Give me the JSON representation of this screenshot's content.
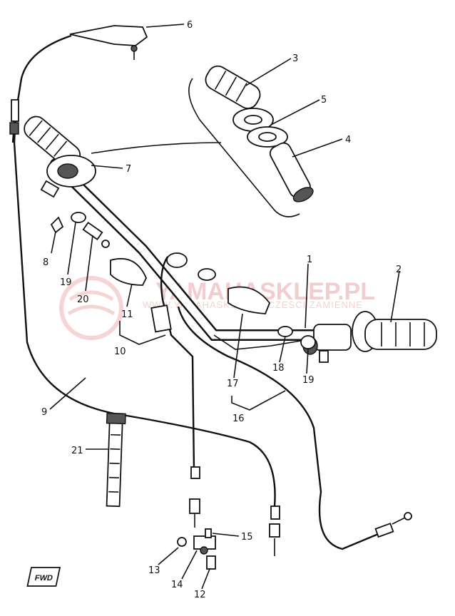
{
  "watermark": {
    "text": "YAMAHASKLEP.PL",
    "subtext": "WWW.YAMAHASKLEP.PL  CZESCI ZAMIENNE",
    "color": "#e9a5a5"
  },
  "callouts": [
    {
      "id": "6",
      "label": "6"
    },
    {
      "id": "3",
      "label": "3"
    },
    {
      "id": "5",
      "label": "5"
    },
    {
      "id": "4",
      "label": "4"
    },
    {
      "id": "7",
      "label": "7"
    },
    {
      "id": "1",
      "label": "1"
    },
    {
      "id": "2",
      "label": "2"
    },
    {
      "id": "8",
      "label": "8"
    },
    {
      "id": "19a",
      "label": "19"
    },
    {
      "id": "20",
      "label": "20"
    },
    {
      "id": "11",
      "label": "11"
    },
    {
      "id": "10",
      "label": "10"
    },
    {
      "id": "17",
      "label": "17"
    },
    {
      "id": "18",
      "label": "18"
    },
    {
      "id": "19b",
      "label": "19"
    },
    {
      "id": "16",
      "label": "16"
    },
    {
      "id": "9",
      "label": "9"
    },
    {
      "id": "21",
      "label": "21"
    },
    {
      "id": "15",
      "label": "15"
    },
    {
      "id": "13",
      "label": "13"
    },
    {
      "id": "14",
      "label": "14"
    },
    {
      "id": "12",
      "label": "12"
    }
  ],
  "fwd_badge": "FWD"
}
